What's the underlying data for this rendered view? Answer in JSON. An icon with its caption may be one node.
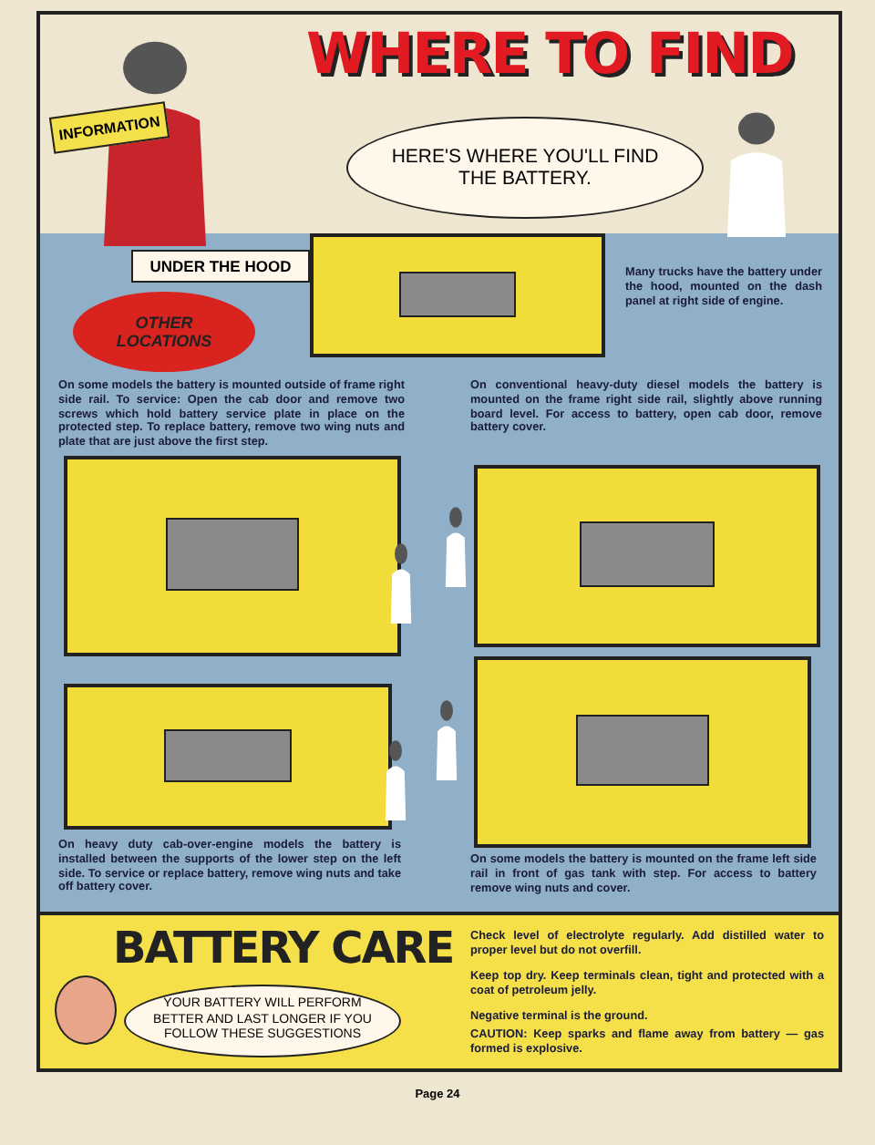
{
  "diagram": {
    "title": "WHERE TO FIND",
    "nodes": [
      {
        "text": [
          "INFORMATION"
        ]
      },
      {
        "text": [
          "HERE'S WHERE YOU'LL FIND THE BATTERY."
        ]
      },
      {
        "text": [
          "UNDER THE HOOD"
        ]
      },
      {
        "text": [
          "OTHER LOCATIONS"
        ]
      },
      {
        "text": [
          "YOUR BATTERY WILL PERFORM BETTER AND LAST LONGER IF YOU FOLLOW THESE SUGGESTIONS"
        ]
      }
    ],
    "labels": [
      "Many trucks have the battery under the hood, mounted on the dash panel at right side of engine.",
      "On some models the battery is mounted outside of frame right side rail. To service: Open the cab door and remove two screws which hold battery service plate in place on the protected step. To replace battery, remove two wing nuts and plate that are just above the first step.",
      "On conventional heavy-duty diesel models the battery is mounted on the frame right side rail, slightly above running board level. For access to battery, open cab door, remove battery cover.",
      "On heavy duty cab-over-engine models the battery is installed between the supports of the lower step on the left side. To service or replace battery, remove wing nuts and take off battery cover.",
      "On some models the battery is mounted on the frame left side rail in front of gas tank with step. For access to battery remove wing nuts and cover.",
      "BATTERY CARE",
      "Check level of electrolyte regularly. Add distilled water to proper level but do not overfill.",
      "Keep top dry. Keep terminals clean, tight and protected with a coat of petroleum jelly.",
      "Negative terminal is the ground.",
      "CAUTION: Keep sparks and flame away from battery — gas formed is explosive.",
      "Page 24"
    ]
  }
}
